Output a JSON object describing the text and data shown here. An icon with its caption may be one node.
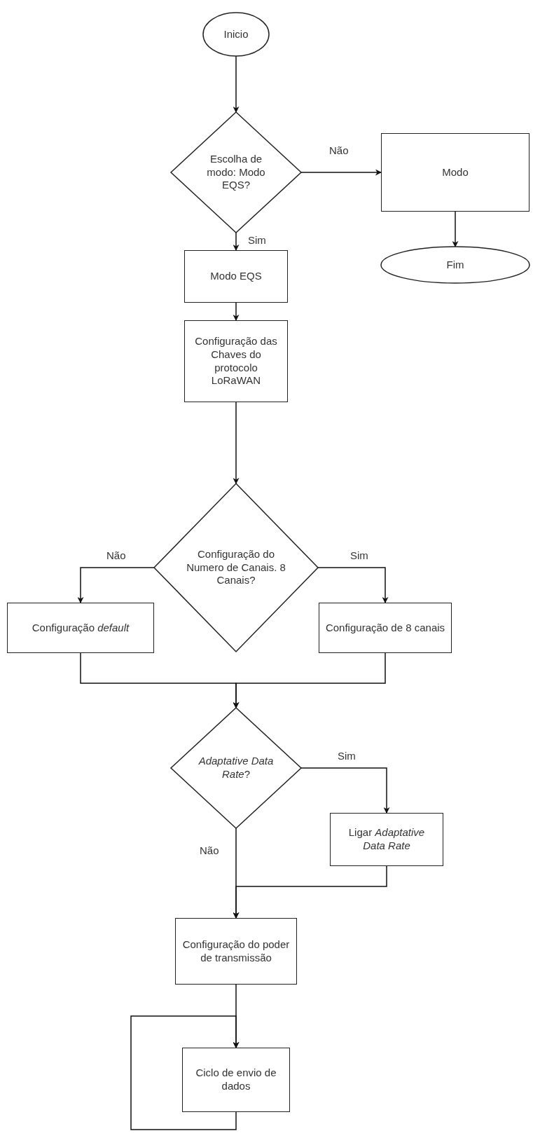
{
  "diagram": {
    "nodes": [
      {
        "text": [
          "Inicio"
        ]
      },
      {
        "text": [
          "Escolha de modo: Modo EQS?"
        ]
      },
      {
        "text": [
          "Modo"
        ]
      },
      {
        "text": [
          "Fim"
        ]
      },
      {
        "text": [
          "Modo EQS"
        ]
      },
      {
        "text": [
          "Configuração das Chaves do protocolo LoRaWAN"
        ]
      },
      {
        "text": [
          "Configuração do Numero de Canais. 8 Canais?"
        ]
      },
      {
        "text": [
          "Configuração *default*"
        ]
      },
      {
        "text": [
          "Configuração de 8 canais"
        ]
      },
      {
        "text": [
          "*Adaptative Data Rate*?"
        ]
      },
      {
        "text": [
          "Ligar *Adaptative Data Rate*"
        ]
      },
      {
        "text": [
          "Configuração do poder de transmissão"
        ]
      },
      {
        "text": [
          "Ciclo de envio de dados"
        ]
      }
    ],
    "edges": [
      {
        "from": 0,
        "to": 1,
        "arrow": "to"
      },
      {
        "from": 1,
        "to": 2,
        "arrow": "to",
        "label": "Não"
      },
      {
        "from": 2,
        "to": 3,
        "arrow": "to"
      },
      {
        "from": 1,
        "to": 4,
        "arrow": "to",
        "label": "Sim"
      },
      {
        "from": 4,
        "to": 5,
        "arrow": "to"
      },
      {
        "from": 5,
        "to": 6,
        "arrow": "to"
      },
      {
        "from": 6,
        "to": 7,
        "arrow": "to",
        "label": "Não"
      },
      {
        "from": 6,
        "to": 8,
        "arrow": "to",
        "label": "Sim"
      },
      {
        "from": 7,
        "to": 9,
        "arrow": "to"
      },
      {
        "from": 8,
        "to": 9,
        "arrow": "to"
      },
      {
        "from": 9,
        "to": 10,
        "arrow": "to",
        "label": "Sim"
      },
      {
        "from": 9,
        "to": 11,
        "arrow": "to",
        "label": "Não"
      },
      {
        "from": 10,
        "to": 11,
        "arrow": "to"
      },
      {
        "from": 11,
        "to": 12,
        "arrow": "to"
      },
      {
        "from": 12,
        "to": 12,
        "arrow": "to"
      }
    ]
  }
}
